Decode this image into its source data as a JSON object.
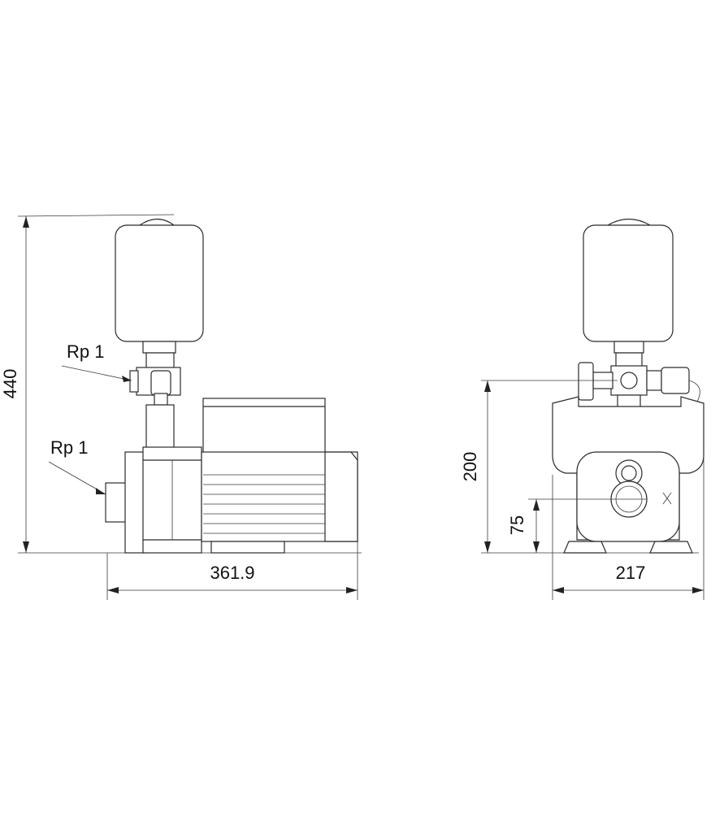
{
  "dimensions": {
    "total_height": "440",
    "side_length": "361.9",
    "front_height": "200",
    "inlet_height": "75",
    "front_width": "217"
  },
  "connections": {
    "outlet": "Rp 1",
    "inlet": "Rp 1"
  }
}
